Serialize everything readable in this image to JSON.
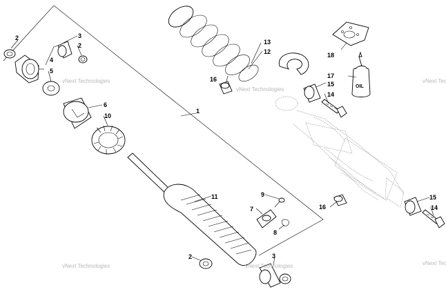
{
  "callouts": {
    "c1": "1",
    "c2a": "2",
    "c2b": "2",
    "c2c": "2",
    "c3a": "3",
    "c3b": "3",
    "c4": "4",
    "c5": "5",
    "c6": "6",
    "c7": "7",
    "c8": "8",
    "c9": "9",
    "c10": "10",
    "c11": "11",
    "c12": "12",
    "c13": "13",
    "c14a": "14",
    "c14b": "14",
    "c15a": "15",
    "c15b": "15",
    "c16a": "16",
    "c16b": "16",
    "c17": "17",
    "c18": "18"
  },
  "oil_bottle_label": "OIL",
  "watermarks": {
    "w1": "vNext Technologies",
    "w2": "vNext Technologies",
    "w3": "vNext Technologies",
    "w4": "vNext Technologies",
    "w5": "vNext Technologies",
    "w6": "vNext Technologies"
  }
}
